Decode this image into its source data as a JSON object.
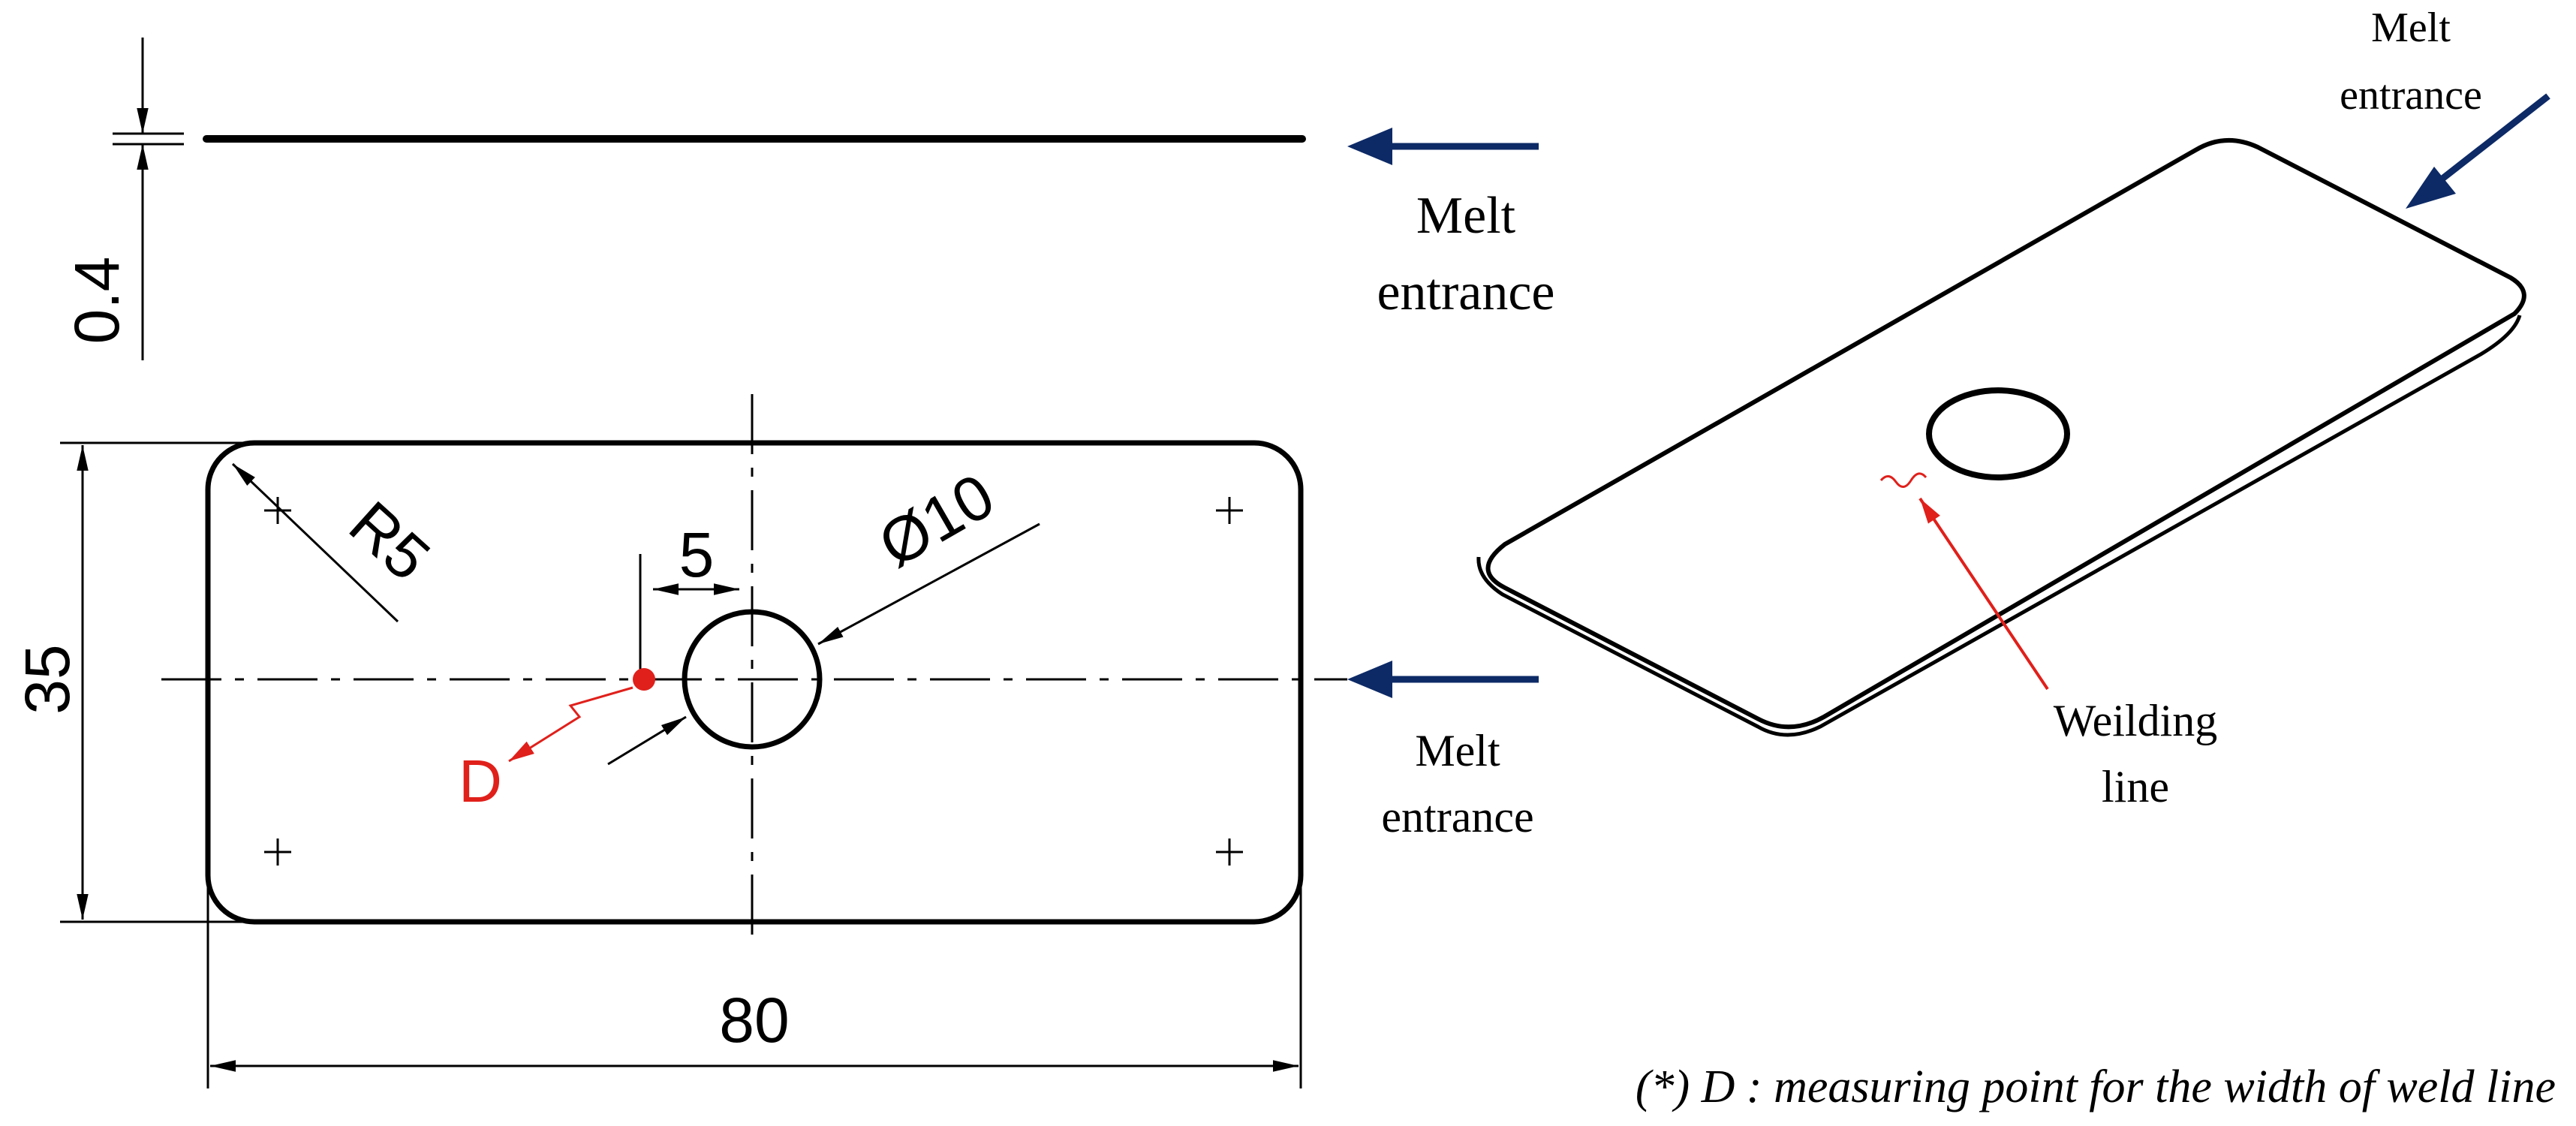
{
  "dimensions": {
    "thickness": "0.4",
    "radius": "R5",
    "offset": "5",
    "diameter": "Ø10",
    "height": "35",
    "length": "80"
  },
  "labels": {
    "melt_entrance_top_line1": "Melt",
    "melt_entrance_top_line2": "entrance",
    "melt_entrance_mid_line1": "Melt",
    "melt_entrance_mid_line2": "entrance",
    "melt_entrance_iso_line1": "Melt",
    "melt_entrance_iso_line2": "entrance",
    "point_d": "D",
    "welding_line_line1": "Weilding",
    "welding_line_line2": "line"
  },
  "note": "(*) D : measuring point for the width of weld line",
  "colors": {
    "line": "#000000",
    "arrow_navy": "#0d2a66",
    "highlight_red": "#e0201b"
  }
}
